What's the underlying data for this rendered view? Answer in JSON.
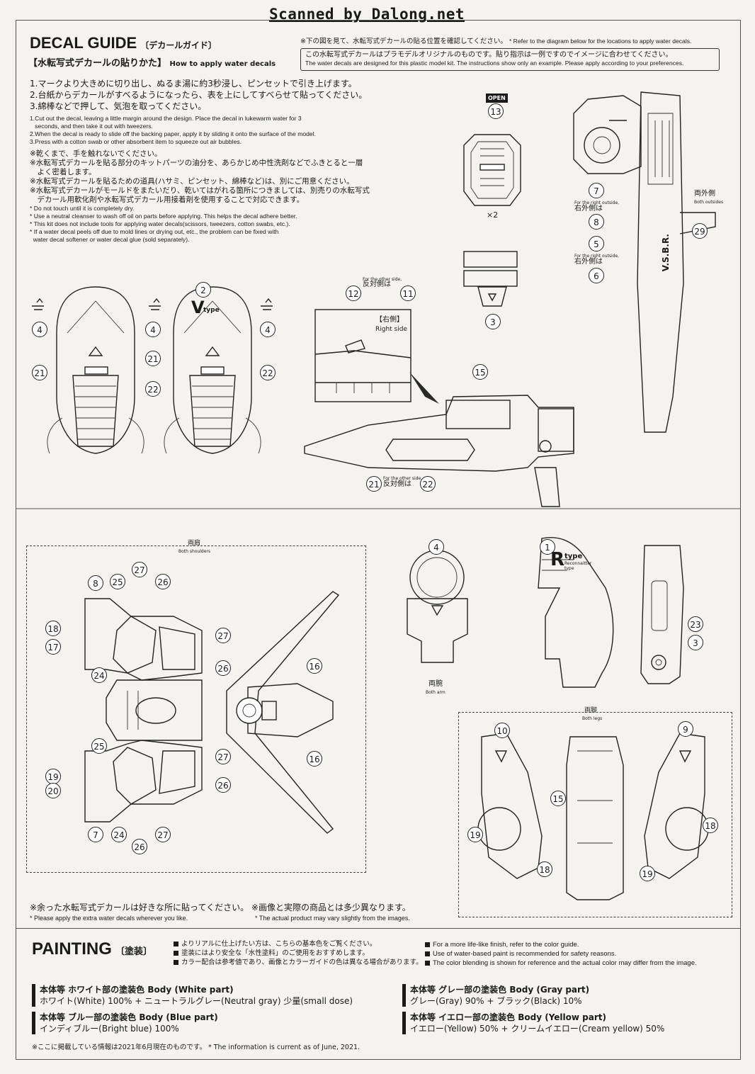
{
  "scan_banner": "Scanned by Dalong.net",
  "decal_guide": {
    "title": "DECAL GUIDE",
    "title_jp": "〔デカールガイド〕",
    "howto_jp": "【水転写式デカールの貼りかた】",
    "howto_en": "How to apply water decals",
    "top_note_jp": "※下の図を見て、水転写式デカールの貼る位置を確認してください。",
    "top_note_en": "* Refer to the diagram below for the locations to apply water decals.",
    "box_jp": "この水転写式デカールはプラモデルオリジナルのものです。貼り指示は一例ですのでイメージに合わせてください。",
    "box_en": "The water decals are designed for this plastic model kit. The instructions show only an example. Please apply according to your preferences.",
    "steps_jp": [
      "1.マークより大きめに切り出し、ぬるま湯に約3秒浸し、ピンセットで引き上げます。",
      "2.台紙からデカールがすべるようになったら、表を上にしてすべらせて貼ってください。",
      "3.綿棒などで押して、気泡を取ってください。"
    ],
    "steps_en": [
      "1.Cut out the decal, leaving a little margin around the design. Place the decal in lukewarm water for 3",
      "   seconds, and then take it out with tweezers.",
      "2.When the decal is ready to slide off the backing paper, apply it by sliding it onto the surface of the model.",
      "3.Press with a cotton swab or other absorbent item to squeeze out air bubbles."
    ],
    "notes_jp": [
      "※乾くまで、手を触れないでください。",
      "※水転写式デカールを貼る部分のキットパーツの油分を、あらかじめ中性洗剤などでふきとると一層",
      "　よく密着します。",
      "※水転写式デカールを貼るための道具(ハサミ、ピンセット、綿棒など)は、別にご用意ください。",
      "※水転写式デカールがモールドをまたいだり、乾いてはがれる箇所につきましては、別売りの水転写式",
      "　デカール用軟化剤や水転写式デカール用接着剤を使用することで対応できます。"
    ],
    "notes_en": [
      "* Do not touch until it is completely dry.",
      "* Use a neutral cleanser to wash off oil on parts before applying. This helps the decal adhere better.",
      "* This kit does not include tools for applying water decals(scissors, tweezers, cotton swabs, etc.).",
      "* If a water decal peels off due to mold lines or drying out, etc., the problem can be fixed with",
      "  water decal softener or water decal glue (sold separately)."
    ]
  },
  "diagram_labels": {
    "x2": "×2",
    "open": "OPEN",
    "right_side_jp": "【右側】",
    "right_side_en": "Right side",
    "other_side_en": "For the other side,",
    "other_side_jp": "反対側は",
    "right_outside_en": "For the right outside,",
    "right_outside_jp": "右外側は",
    "both_outsides_jp": "両外側",
    "both_outsides_en": "Both outsides",
    "both_shoulders_jp": "両肩",
    "both_shoulders_en": "Both shoulders",
    "both_arm_jp": "両腕",
    "both_arm_en": "Both arm",
    "both_legs_jp": "両脚",
    "both_legs_en": "Both legs",
    "vtype_big": "V",
    "vtype_small": "type",
    "rtype_big": "R",
    "rtype_small": "type",
    "rtype_sub": "Reconnaitter type",
    "vsbr": "V.S.B.R."
  },
  "extra_notes": {
    "jp": "※余った水転写式デカールは好きな所に貼ってください。 ※画像と実際の商品とは多少異なります。",
    "en1": "* Please apply the extra water decals wherever you like.",
    "en2": "* The actual product may vary slightly from the images."
  },
  "painting": {
    "title": "PAINTING",
    "title_jp": "〔塗装〕",
    "notes_jp": [
      "よりリアルに仕上げたい方は、こちらの基本色をご覧ください。",
      "塗装にはより安全な「水性塗料」のご使用をおすすめします。",
      "カラー配合は参考値であり、画像とカラーガイドの色は異なる場合があります。"
    ],
    "notes_en": [
      "For a more life-like finish, refer to the color guide.",
      "Use of water-based paint is recommended for safety reasons.",
      "The color blending is shown for reference and the actual color may differ from the image."
    ],
    "colors": [
      {
        "head": "本体等 ホワイト部の塗装色 Body (White part)",
        "mix": "ホワイト(White) 100% + ニュートラルグレー(Neutral gray) 少量(small dose)"
      },
      {
        "head": "本体等 ブルー部の塗装色 Body (Blue part)",
        "mix": "インディブルー(Bright blue) 100%"
      },
      {
        "head": "本体等 グレー部の塗装色 Body (Gray part)",
        "mix": "グレー(Gray) 90% + ブラック(Black) 10%"
      },
      {
        "head": "本体等 イエロー部の塗装色 Body (Yellow part)",
        "mix": "イエロー(Yellow) 50% + クリームイエロー(Cream yellow) 50%"
      }
    ],
    "footer": "※ここに掲載している情報は2021年6月現在のものです。 * The information is current as of June, 2021."
  }
}
